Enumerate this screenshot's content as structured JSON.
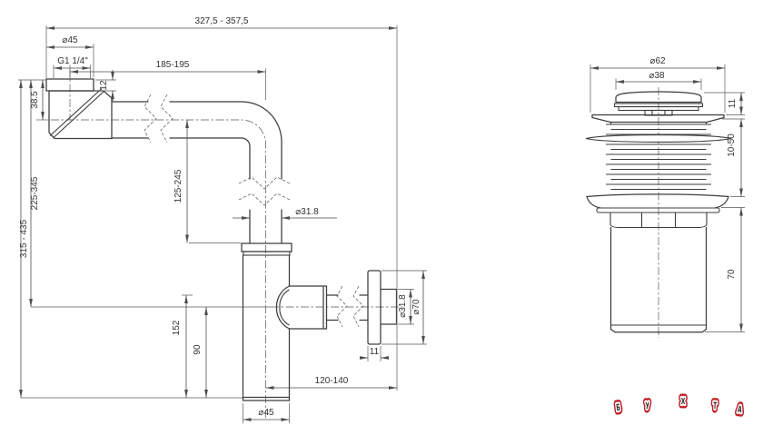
{
  "colors": {
    "line": "#3c3c3c",
    "dimension": "#4d4d4d",
    "background": "#ffffff",
    "watermark_red": "#ce2630",
    "watermark_outline": "#ffffff"
  },
  "siphon": {
    "overall_width": "327,5 - 357,5",
    "inlet_flange_diameter": "⌀45",
    "inlet_thread": "G1 1/4\"",
    "horizontal_run": "185-195",
    "inlet_flange_height": "12",
    "inlet_depth": "38.5",
    "height_to_outlet": "225-345",
    "overall_height": "315 - 435",
    "vertical_drop": "125-245",
    "pipe_diameter": "⌀31.8",
    "body_height": "152",
    "cup_height": "90",
    "body_diameter": "⌀45",
    "wall_offset": "120-140",
    "wall_flange_thickness": "11",
    "wall_pipe_diameter": "⌀31.8",
    "wall_flange_diameter": "⌀70"
  },
  "drain_valve": {
    "flange_diameter": "⌀62",
    "cap_diameter": "⌀38",
    "cap_height": "11",
    "clamp_range": "10-50",
    "tail_length": "70"
  },
  "watermark": {
    "letters": [
      "Б",
      "У",
      "Х",
      "Т",
      "А"
    ]
  }
}
